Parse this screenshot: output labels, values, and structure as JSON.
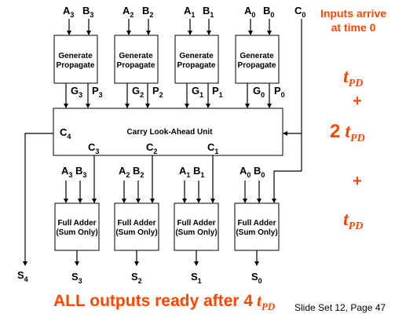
{
  "blocks": {
    "gp_title_line1": "Generate",
    "gp_title_line2": "Propagate",
    "cla_title": "Carry Look-Ahead Unit",
    "fa_title_line1": "Full Adder",
    "fa_title_line2": "(Sum Only)"
  },
  "signals": {
    "A": "A",
    "B": "B",
    "G": "G",
    "P": "P",
    "C": "C",
    "S": "S",
    "idx3": "3",
    "idx2": "2",
    "idx1": "1",
    "idx0": "0",
    "idx4": "4"
  },
  "timing": {
    "inputs_line1": "Inputs arrive",
    "inputs_line2": "at time 0",
    "t": "t",
    "pd": "PD",
    "plus": "+",
    "two": "2"
  },
  "footer": {
    "summary_prefix": "ALL outputs ready after 4",
    "slide": "Slide Set 12, Page 47"
  }
}
